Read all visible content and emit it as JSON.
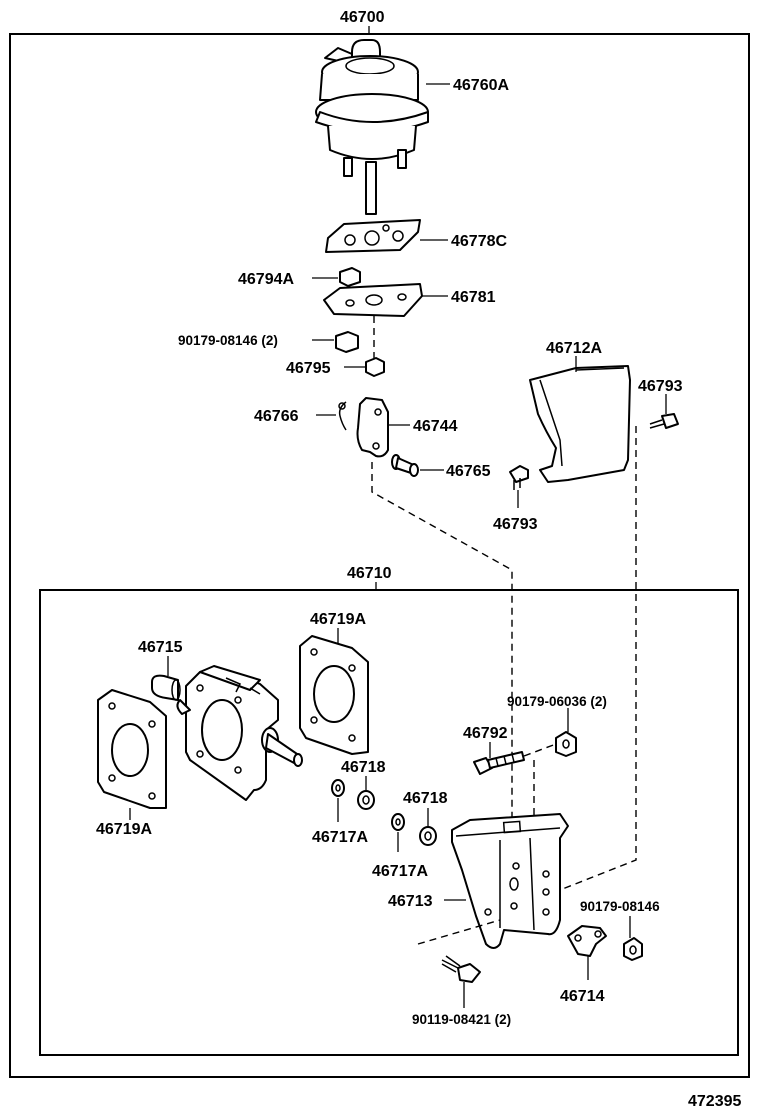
{
  "diagram_id": "472395",
  "assembly": {
    "top": "46700",
    "sub": "46710"
  },
  "labels": {
    "p46760A": "46760A",
    "p46778C": "46778C",
    "p46794A": "46794A",
    "p46781": "46781",
    "p90179_08146_2": "90179-08146 (2)",
    "p46795": "46795",
    "p46766": "46766",
    "p46744": "46744",
    "p46765": "46765",
    "p46712A": "46712A",
    "p46793_top": "46793",
    "p46793_bottom": "46793",
    "p46715": "46715",
    "p46719A_top": "46719A",
    "p46719A_left": "46719A",
    "p90179_06036_2": "90179-06036 (2)",
    "p46792": "46792",
    "p46718_a": "46718",
    "p46718_b": "46718",
    "p46717A_a": "46717A",
    "p46717A_b": "46717A",
    "p46713": "46713",
    "p90179_08146": "90179-08146",
    "p46714": "46714",
    "p90119_08421_2": "90119-08421 (2)"
  }
}
